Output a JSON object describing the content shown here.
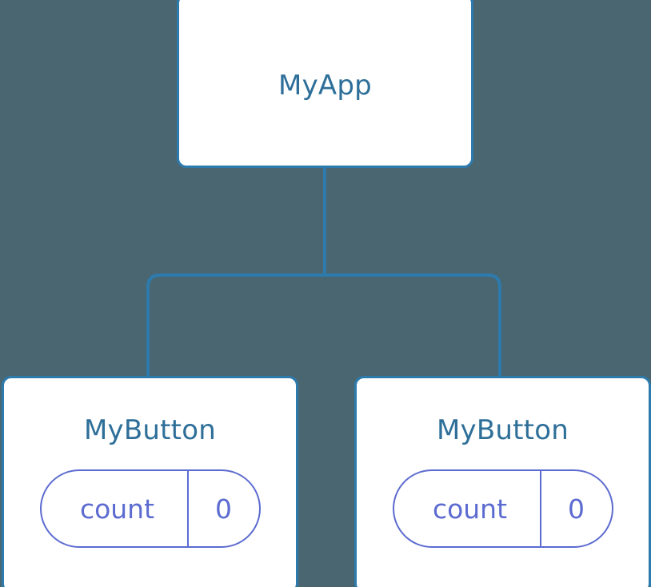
{
  "diagram": {
    "title": "component-tree",
    "background_color": "#4a6671",
    "node_fill": "#ffffff",
    "node_border_color": "#2d7aad",
    "node_title_color": "#2e6f99",
    "state_color": "#5c6bd0",
    "edge_color": "#2d7aad"
  },
  "nodes": {
    "root": {
      "label": "MyApp"
    },
    "children": [
      {
        "label": "MyButton",
        "state": {
          "key": "count",
          "value": "0"
        }
      },
      {
        "label": "MyButton",
        "state": {
          "key": "count",
          "value": "0"
        }
      }
    ]
  },
  "edges": [
    {
      "from": "root",
      "to": "child-0"
    },
    {
      "from": "root",
      "to": "child-1"
    }
  ]
}
